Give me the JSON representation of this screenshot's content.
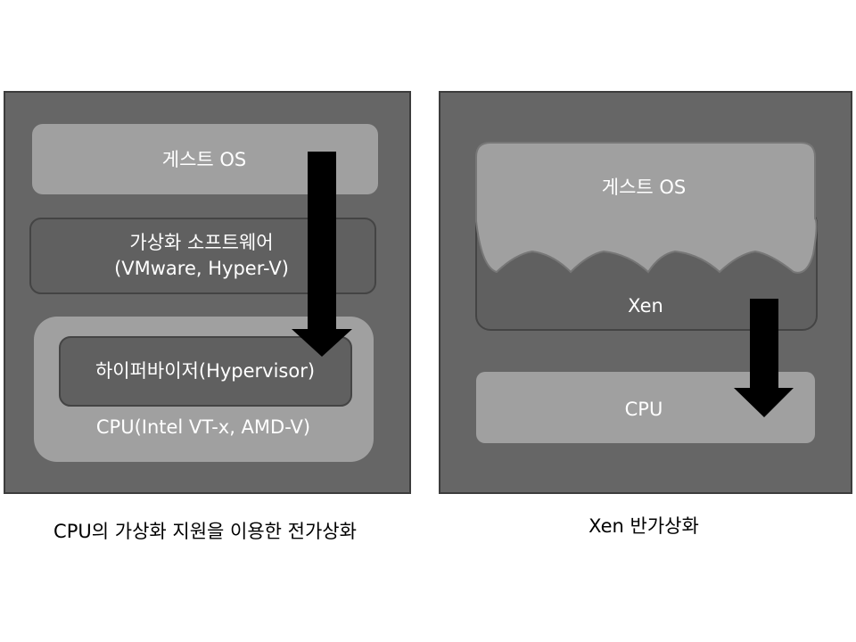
{
  "left": {
    "guest_os": "게스트 OS",
    "virt_software": "가상화 소프트웨어",
    "virt_software_examples": "(VMware, Hyper-V)",
    "hypervisor": "하이퍼바이저(Hypervisor)",
    "cpu": "CPU(Intel VT-x, AMD-V)",
    "caption": "CPU의 가상화 지원을 이용한 전가상화"
  },
  "right": {
    "guest_os": "게스트 OS",
    "xen": "Xen",
    "cpu": "CPU",
    "caption": "Xen 반가상화"
  },
  "colors": {
    "panel": "#666666",
    "light": "#a0a0a0",
    "dark": "#606060",
    "border": "#404040",
    "arrow": "#000000"
  }
}
